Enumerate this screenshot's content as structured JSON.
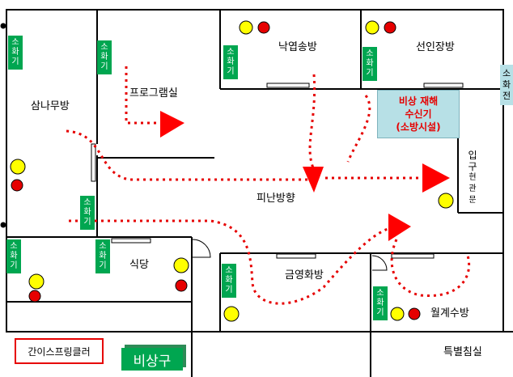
{
  "rooms": {
    "samnamu": "삼나무방",
    "program": "프로그램실",
    "nakyeopsong": "낙엽송방",
    "seoninjang": "선인장방",
    "evac": "피난방향",
    "sikdang": "식당",
    "geumyeonghwa": "금영화방",
    "wolgyesu": "월계수방",
    "teukbyeol": "특별침실"
  },
  "extinguisher": "소\n화\n기",
  "receiver": [
    "비상 재해",
    "수신기",
    "(소방시설)"
  ],
  "entrance": [
    "입",
    "구",
    "현",
    "관",
    "문"
  ],
  "side_ext": [
    "소",
    "화",
    "전"
  ],
  "sprinkler": "간이스프링클러",
  "exit": "비상구",
  "colors": {
    "wall": "#000000",
    "route": "#e60000",
    "arrow": "#ff0000",
    "ext_green": "#00a650",
    "yellow": "#ffff00",
    "red": "#e60000"
  }
}
